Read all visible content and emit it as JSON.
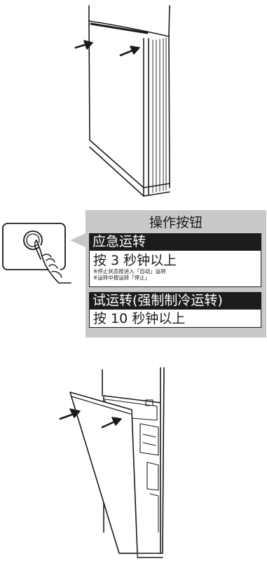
{
  "panel": {
    "title": "操作按钮",
    "emergency": {
      "label": "应急运转",
      "instruction": "按 3 秒钟以上",
      "notes": [
        "※停止状态按进入「自动」运转",
        "※运转中按运转「停止」"
      ]
    },
    "trial": {
      "label": "试运转(强制制冷运转)",
      "instruction": "按 10 秒钟以上"
    }
  },
  "colors": {
    "panel_bg": "#c8c8c8",
    "bar_bg": "#1c1c1c",
    "line": "#1a1a1a"
  }
}
